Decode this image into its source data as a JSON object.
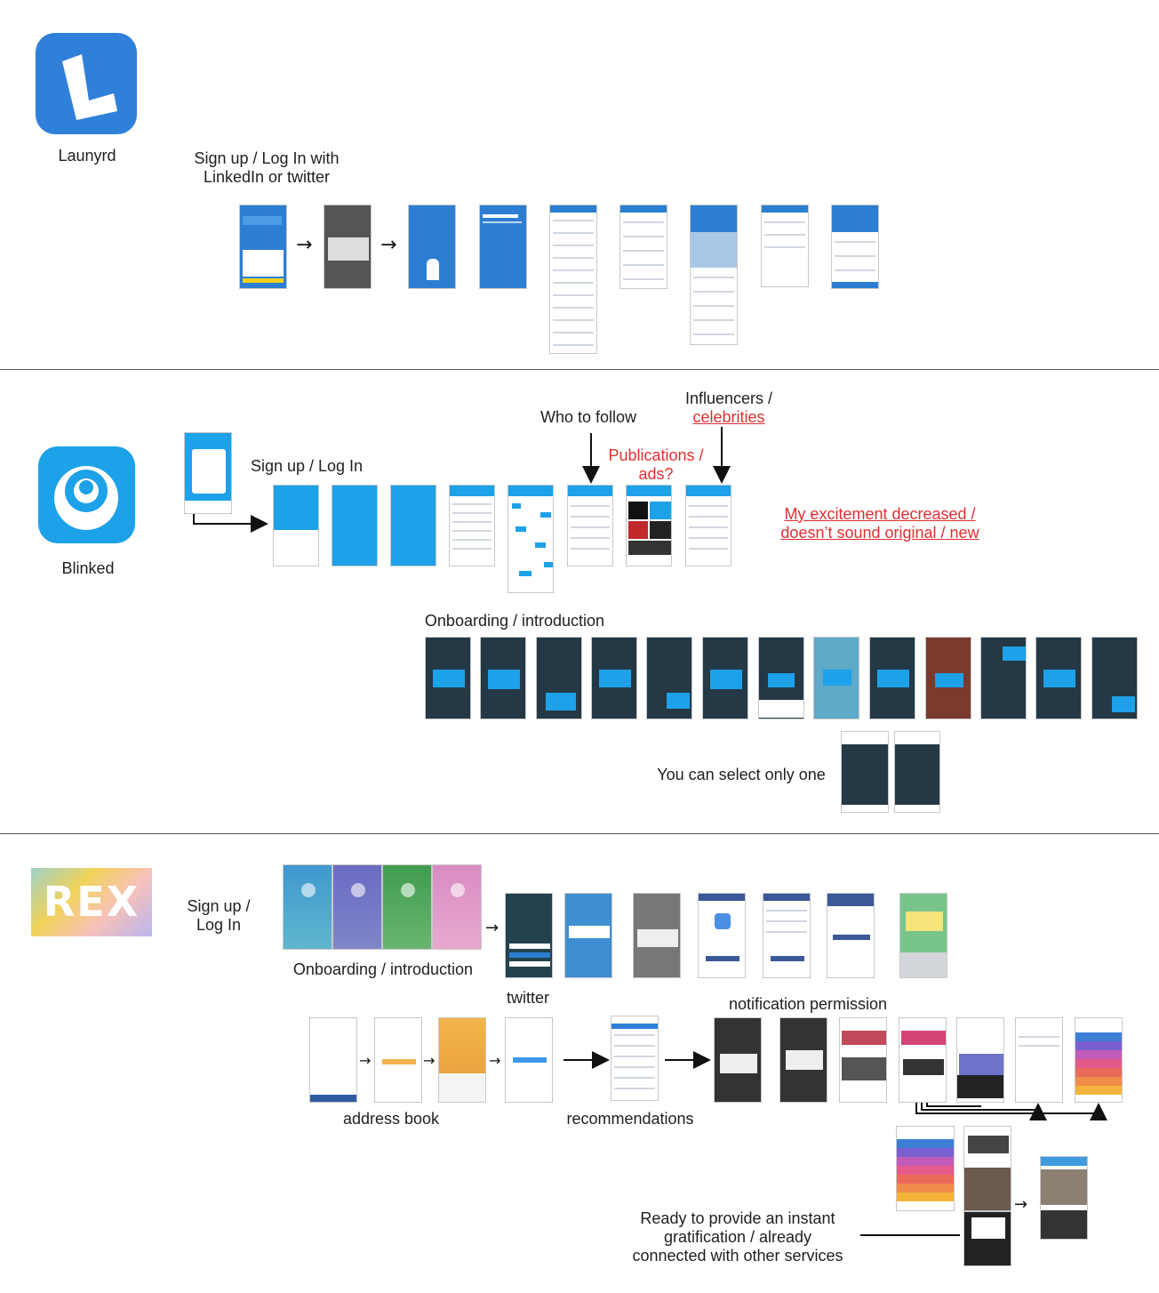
{
  "sections": {
    "launyrd": {
      "app_name": "Launyrd",
      "logo_letter": "L",
      "signup_label": "Sign up / Log In with\nLinkedIn or twitter",
      "brand_color": "#2f80d8"
    },
    "blinked": {
      "app_name": "Blinked",
      "signup_label": "Sign up / Log In",
      "who_to_follow": "Who to follow",
      "influencers_line1": "Influencers /",
      "influencers_line2": "celebrities",
      "publications": "Publications /\nads?",
      "excitement_line1": "My excitement decreased /",
      "excitement_line2": "doesn’t sound original / new",
      "onboarding_label": "Onboarding / introduction",
      "select_one_label": "You can select only one",
      "brand_color": "#1da1e8"
    },
    "rex": {
      "logo_text": "REX",
      "signup_label": "Sign up /\nLog In",
      "onboarding_label": "Onboarding / introduction",
      "twitter_label": "twitter",
      "notification_label": "notification permission",
      "address_book_label": "address book",
      "recommendations_label": "recommendations",
      "ready_label": "Ready to provide an instant\ngratification / already\nconnected with other services"
    }
  }
}
